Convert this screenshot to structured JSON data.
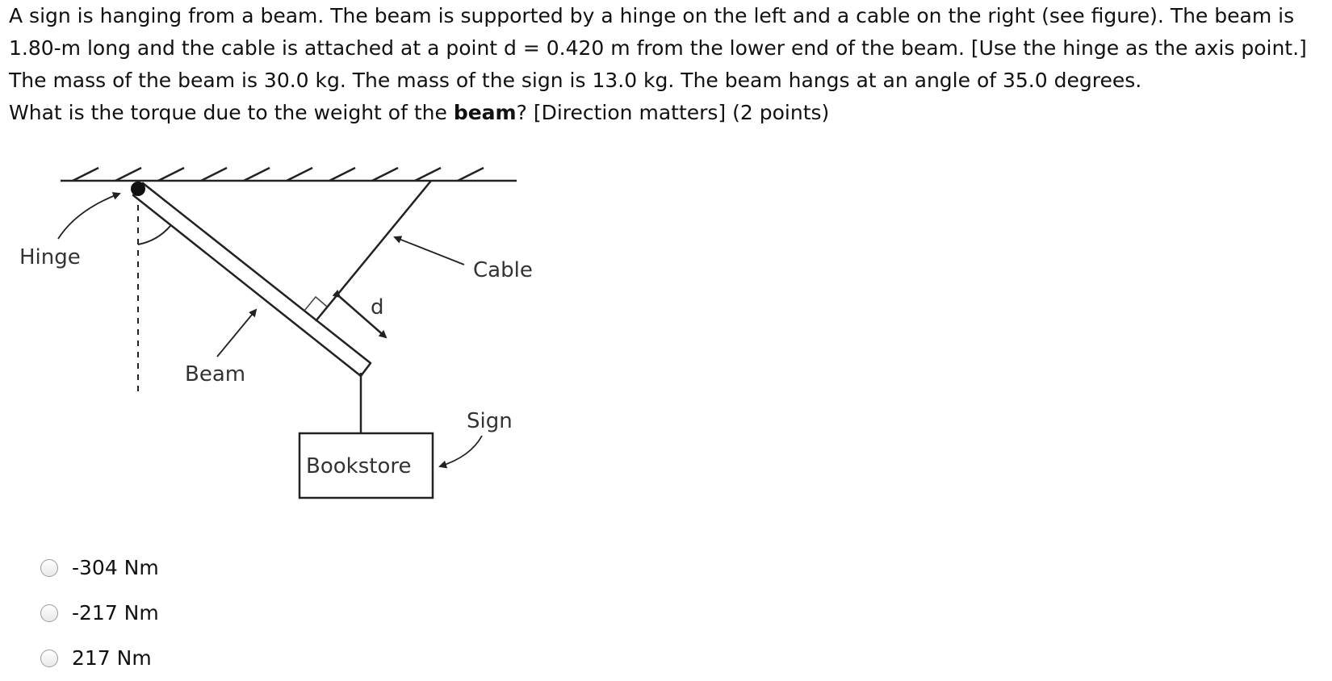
{
  "question": {
    "line1_text": "A sign is hanging from a beam. The beam is supported by a hinge on the left and a cable on the right (see figure). The beam is 1.80-m long and the cable is attached at a point d = 0.420 m from the lower end of the beam. [Use the hinge as the axis point.]",
    "line2_text": "The mass of the beam is 30.0 kg. The mass of the sign is 13.0 kg. The beam hangs at an angle of 35.0 degrees.",
    "line3_pre": "What is the torque due to the weight of the ",
    "line3_bold": "beam",
    "line3_post": "? [Direction matters] (2 points)"
  },
  "figure": {
    "hinge_label": "Hinge",
    "cable_label": "Cable",
    "d_label": "d",
    "beam_label": "Beam",
    "sign_label": "Sign",
    "bookstore_label": "Bookstore"
  },
  "options": [
    {
      "label": "-304 Nm"
    },
    {
      "label": "-217 Nm"
    },
    {
      "label": "217 Nm"
    }
  ]
}
